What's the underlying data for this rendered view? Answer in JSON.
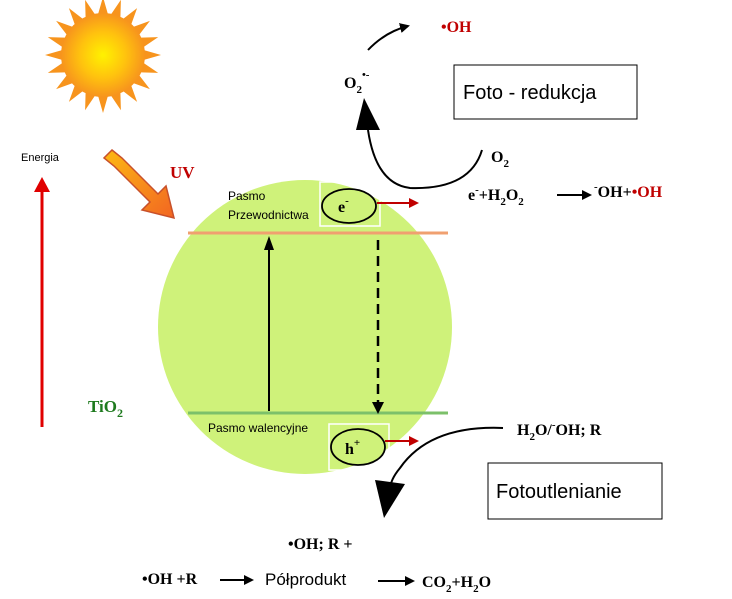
{
  "labels": {
    "energia": "Energia",
    "uv": "UV",
    "tio2_main": "TiO",
    "tio2_sub": "2",
    "pasmo_przew_1": "Pasmo",
    "pasmo_przew_2": "Przewodnictwa",
    "pasmo_walencyjne": "Pasmo walencyjne",
    "electron_main": "e",
    "electron_sup": "-",
    "hole_main": "h",
    "hole_sup": "+",
    "foto_redukcja": "Foto - redukcja",
    "fotoutlenianie": "Fotoutlenianie",
    "oh_radical_top": "•OH",
    "o2_radical_main": "O",
    "o2_radical_sub": "2",
    "o2_radical_sup": "•-",
    "o2_main": "O",
    "o2_sub": "2",
    "eq1_left_a": "e",
    "eq1_left_a_sup": "-",
    "eq1_left_b": "+H",
    "eq1_left_b_sub": "2",
    "eq1_left_c": "O",
    "eq1_left_c_sub": "2",
    "eq1_right_sup": "-",
    "eq1_right_a": "OH+",
    "eq1_right_b": "•OH",
    "water_a": "H",
    "water_a_sub": "2",
    "water_b": "O/",
    "water_b_sup": "-",
    "water_c": "OH; R",
    "oh_r": "•OH; R +",
    "eq2_a": "•OH +R",
    "eq2_b": "Półprodukt",
    "eq2_c": "CO",
    "eq2_c_sub": "2",
    "eq2_d": "+H",
    "eq2_d_sub": "2",
    "eq2_e": "O"
  },
  "colors": {
    "sun_orange": "#f7941d",
    "sun_yellow": "#fff200",
    "uv_arrow": "#f7941d",
    "energy_arrow": "#e00000",
    "sphere": "#cff27a",
    "conduction_band": "#f0a070",
    "valence_band": "#7cc06a",
    "radical_red": "#e00000",
    "tio2_green": "#1e7a1e"
  }
}
